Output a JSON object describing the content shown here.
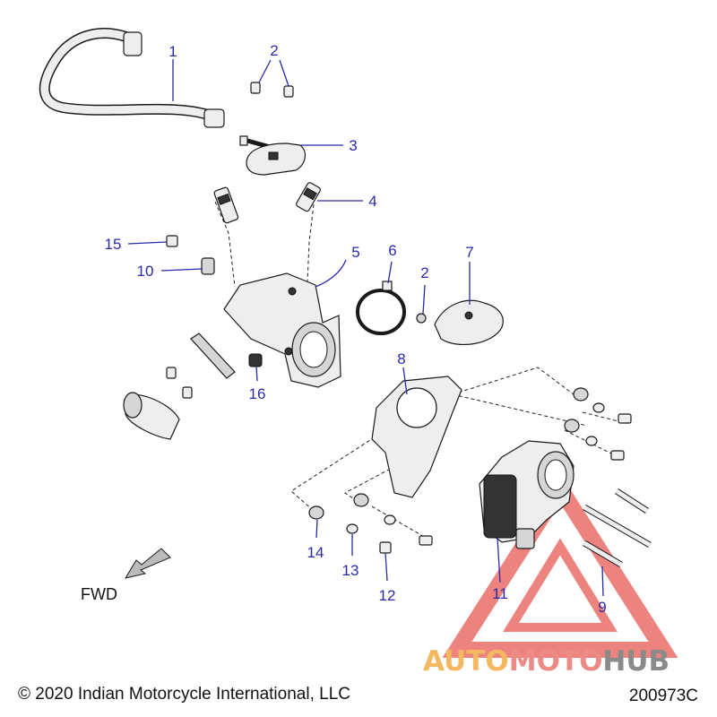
{
  "callouts": {
    "c1": "1",
    "c2a": "2",
    "c2b": "2",
    "c3": "3",
    "c4": "4",
    "c5": "5",
    "c6": "6",
    "c7": "7",
    "c8": "8",
    "c9": "9",
    "c10": "10",
    "c11": "11",
    "c12": "12",
    "c13": "13",
    "c14": "14",
    "c15": "15",
    "c16": "16"
  },
  "direction_label": "FWD",
  "copyright": "© 2020 Indian Motorcycle International, LLC",
  "diagram_id": "200973C",
  "watermark": {
    "part1": "AUTO",
    "part2": "MOTO",
    "part3": "HUB",
    "colors": {
      "auto": "#f4b860",
      "moto": "#ec8b86",
      "hub": "#8a8a8a",
      "logo": "#e85a55"
    }
  },
  "colors": {
    "callout": "#2a2aa8",
    "outline": "#1a1a1a"
  }
}
